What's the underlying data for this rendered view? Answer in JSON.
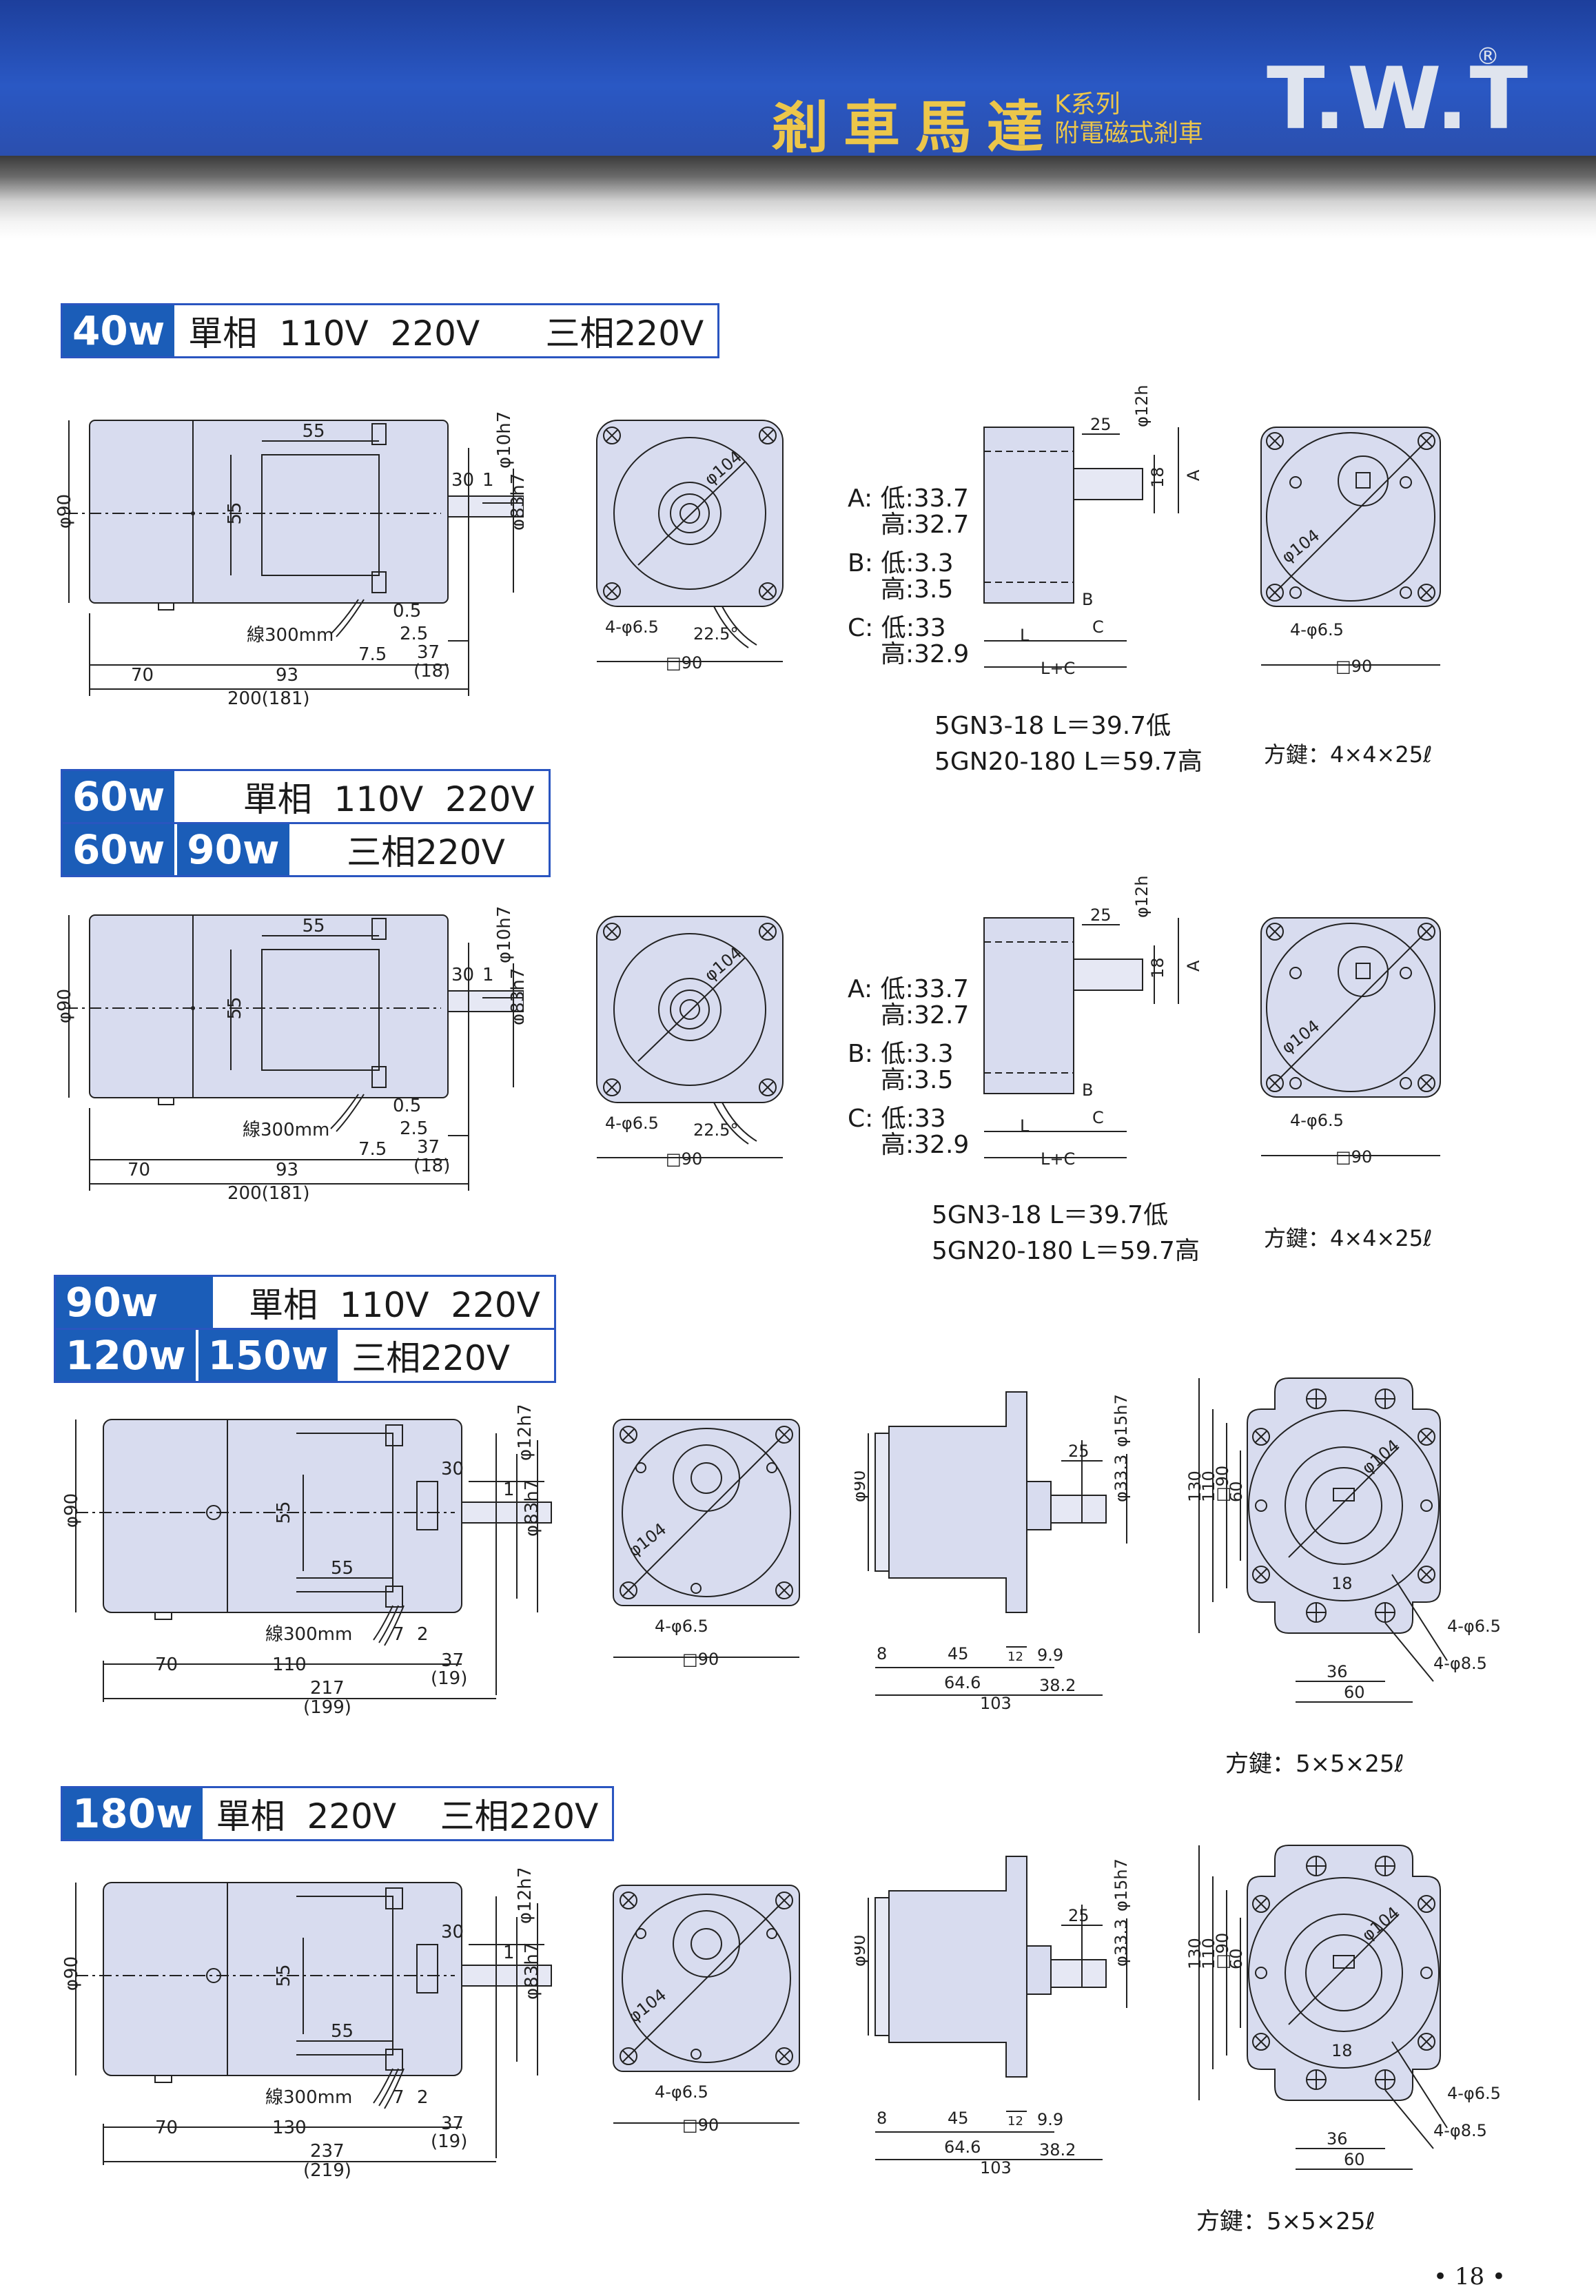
{
  "header": {
    "title": "剎車馬達",
    "series": "K系列",
    "subtitle": "附電磁式剎車",
    "logo": "T.W.T",
    "reg": "®"
  },
  "sections": [
    {
      "rows": [
        {
          "chips": [
            "40w"
          ],
          "text": "單相  110V  220V      三相220V"
        }
      ],
      "ab": {
        "a": "A: 低:33.7",
        "a2": "高:32.7",
        "b": "B: 低:3.3",
        "b2": "高:3.5",
        "c": "C: 低:33",
        "c2": "高:32.9"
      },
      "gear1": "5GN3-18  L＝39.7低",
      "gear2": "5GN20-180  L＝59.7高",
      "key": "方鍵：4×4×25ℓ"
    },
    {
      "rows": [
        {
          "chips": [
            "60w"
          ],
          "text": "     單相  110V  220V"
        },
        {
          "chips": [
            "60w",
            "90w"
          ],
          "text": "    三相220V"
        }
      ],
      "ab": {
        "a": "A: 低:33.7",
        "a2": "高:32.7",
        "b": "B: 低:3.3",
        "b2": "高:3.5",
        "c": "C: 低:33",
        "c2": "高:32.9"
      },
      "gear1": "5GN3-18  L＝39.7低",
      "gear2": "5GN20-180  L＝59.7高",
      "key": "方鍵：4×4×25ℓ"
    },
    {
      "rows": [
        {
          "chips": [
            "90w"
          ],
          "text": "  單相  110V  220V"
        },
        {
          "chips": [
            "120w",
            "150w"
          ],
          "text": "三相220V"
        }
      ],
      "key": "方鍵：5×5×25ℓ"
    },
    {
      "rows": [
        {
          "chips": [
            "180w"
          ],
          "text": "單相  220V    三相220V"
        }
      ],
      "key": "方鍵：5×5×25ℓ"
    }
  ],
  "dims_small": {
    "side": {
      "d90": "φ90",
      "d55": "55",
      "w55": "55",
      "d30": "30",
      "d1": "1",
      "d10": "φ10h7",
      "d83": "φ83h7",
      "wire": "線300mm",
      "t05": "0.5",
      "t25": "2.5",
      "t75": "7.5",
      "t37": "37",
      "t18": "(18)",
      "t70": "70",
      "t93": "93",
      "t200": "200(181)"
    },
    "face": {
      "d104": "φ104",
      "holes": "4-φ6.5",
      "ang": "22.5°",
      "sq": "□90"
    },
    "gear": {
      "d25": "25",
      "d12": "φ12h7",
      "d18": "18",
      "A": "A",
      "B": "B",
      "C": "C",
      "L": "L",
      "LC": "L+C"
    },
    "gface": {
      "d104": "φ104",
      "holes": "4-φ6.5",
      "sq": "□90"
    }
  },
  "dims_large": [
    {
      "side": {
        "d90": "φ90",
        "d55": "55",
        "w55": "55",
        "d30": "30",
        "d1": "1",
        "d12": "φ12h7",
        "d83": "φ83h7",
        "wire": "線300mm",
        "t7": "7",
        "t2": "2",
        "t37": "37",
        "t19": "(19)",
        "t70": "70",
        "tm": "110",
        "tl": "217",
        "tl2": "(199)"
      },
      "face": {
        "d104": "φ104",
        "holes": "4-φ6.5",
        "sq": "□90"
      },
      "gear": {
        "d25": "25",
        "d15": "φ15h7",
        "d333": "φ33.3",
        "d90": "φ90",
        "t8": "8",
        "t45": "45",
        "t12": "12",
        "t99": "9.9",
        "t646": "64.6",
        "t382": "38.2",
        "t103": "103"
      },
      "gface": {
        "d130": "130",
        "d110": "110",
        "d90": "□90",
        "d60": "60",
        "d104": "φ104",
        "d18": "18",
        "h65": "4-φ6.5",
        "h85": "4-φ8.5",
        "t36": "36",
        "t60": "60"
      }
    },
    {
      "side": {
        "d90": "φ90",
        "d55": "55",
        "w55": "55",
        "d30": "30",
        "d1": "1",
        "d12": "φ12h7",
        "d83": "φ83h7",
        "wire": "線300mm",
        "t7": "7",
        "t2": "2",
        "t37": "37",
        "t19": "(19)",
        "t70": "70",
        "tm": "130",
        "tl": "237",
        "tl2": "(219)"
      },
      "face": {
        "d104": "φ104",
        "holes": "4-φ6.5",
        "sq": "□90"
      },
      "gear": {
        "d25": "25",
        "d15": "φ15h7",
        "d333": "φ33.3",
        "d90": "φ90",
        "t8": "8",
        "t45": "45",
        "t12": "12",
        "t99": "9.9",
        "t646": "64.6",
        "t382": "38.2",
        "t103": "103"
      },
      "gface": {
        "d130": "130",
        "d110": "110",
        "d90": "□90",
        "d60": "60",
        "d104": "φ104",
        "d18": "18",
        "h65": "4-φ6.5",
        "h85": "4-φ8.5",
        "t36": "36",
        "t60": "60"
      }
    }
  ],
  "page_number": "• 18 •"
}
